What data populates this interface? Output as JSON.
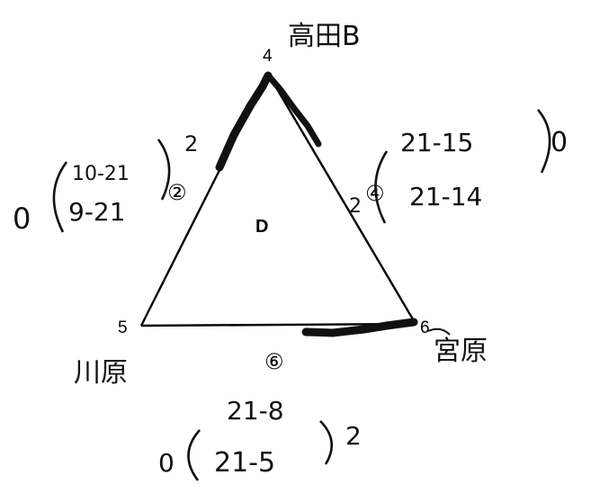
{
  "center_label": "D",
  "vertices": [
    {
      "number": "4",
      "name": "高田B"
    },
    {
      "number": "5",
      "name": "川原"
    },
    {
      "number": "6",
      "name": "宮原"
    }
  ],
  "matches": {
    "left": {
      "circled": "②",
      "prefix": "0",
      "line1": "10-21",
      "line2": "9-21",
      "suffix": "2",
      "edge_mark": ""
    },
    "right": {
      "circled": "④",
      "prefix": "2",
      "line1": "21-15",
      "line2": "21-14",
      "suffix": "0"
    },
    "bottom": {
      "circled": "⑥",
      "prefix": "0",
      "line1": "21-8",
      "line2": "21-5",
      "suffix": "2"
    }
  }
}
